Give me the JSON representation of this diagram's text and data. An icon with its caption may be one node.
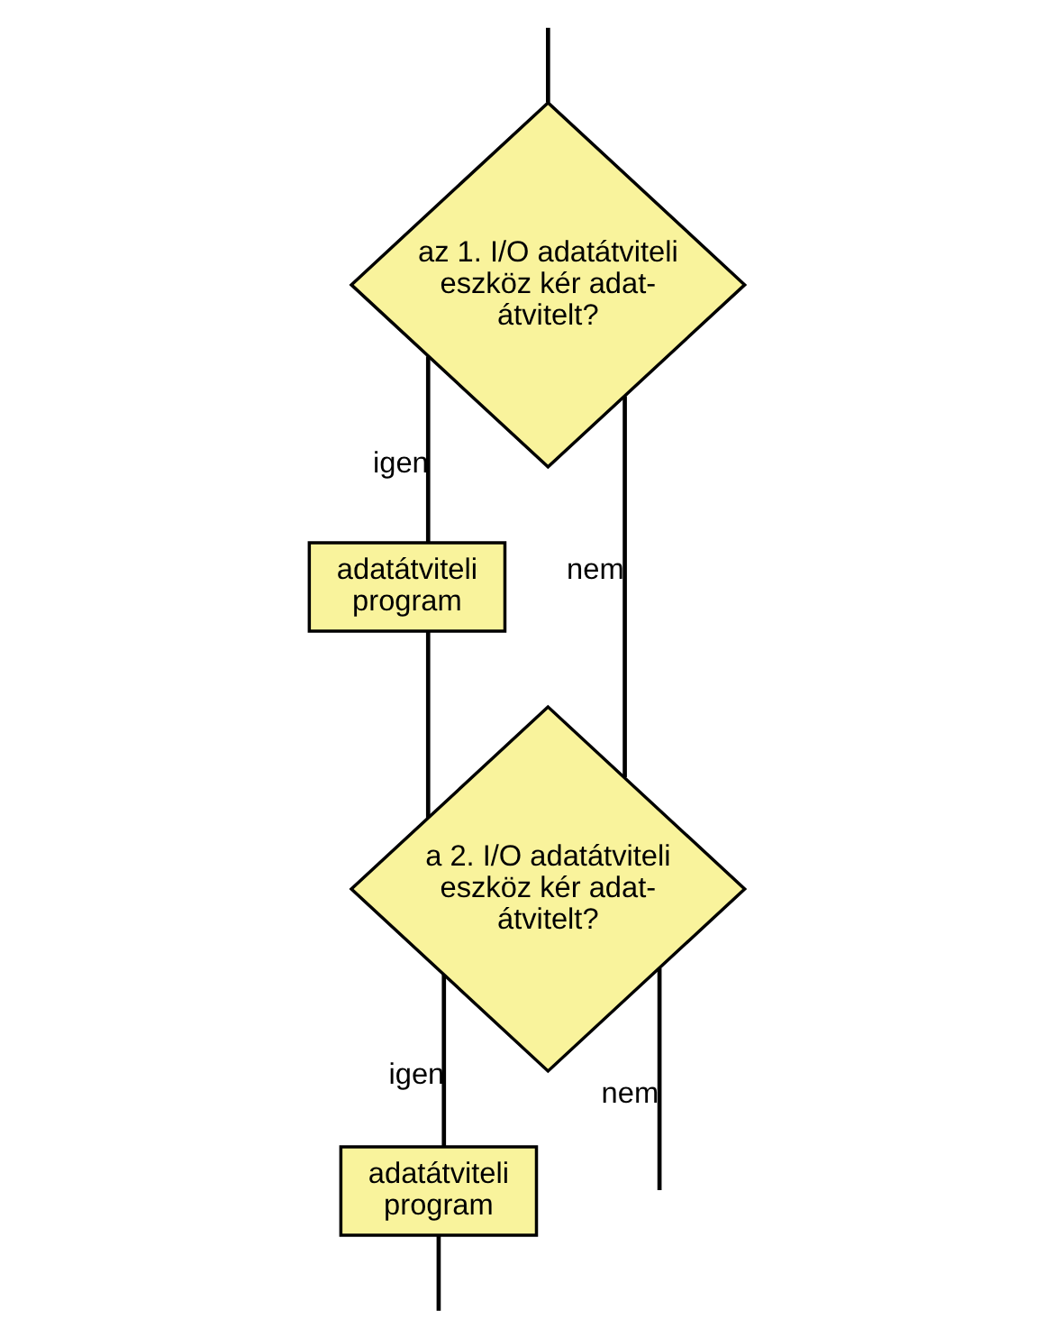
{
  "diagram": {
    "nodes": [
      {
        "text": [
          "az 1. I/O adatátviteli eszköz kér adat- átvitelt?"
        ]
      },
      {
        "text": [
          "adatátviteli program"
        ]
      },
      {
        "text": [
          "a 2. I/O adatátviteli eszköz kér adat- átvitelt?"
        ]
      },
      {
        "text": [
          "adatátviteli program"
        ]
      }
    ],
    "edges": [
      {
        "from": null,
        "to": 0,
        "arrow": "none"
      },
      {
        "from": 0,
        "to": 1,
        "label": "igen",
        "arrow": "none"
      },
      {
        "from": 0,
        "to": 2,
        "label": "nem",
        "arrow": "none"
      },
      {
        "from": 1,
        "to": 2,
        "arrow": "none"
      },
      {
        "from": 2,
        "to": 3,
        "label": "igen",
        "arrow": "none"
      },
      {
        "from": 2,
        "to": null,
        "label": "nem",
        "arrow": "none"
      },
      {
        "from": 3,
        "to": null,
        "arrow": "none"
      }
    ]
  }
}
